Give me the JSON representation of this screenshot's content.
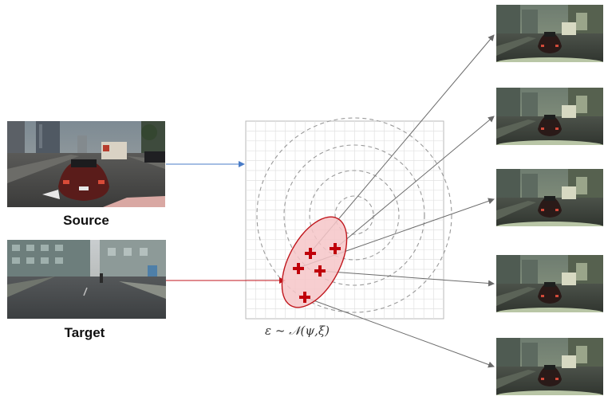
{
  "labels": {
    "source": "Source",
    "target": "Target",
    "distribution": "ε ~ 𝒩(ψ,ξ)"
  },
  "colors": {
    "source_arrow": "#4a7cc7",
    "target_arrow": "#c0161c",
    "ellipse_fill": "#f6c5c8",
    "ellipse_stroke": "#c0161c",
    "cross": "#c0000a",
    "grid": "#dcdcdc",
    "circle": "#9a9a9a",
    "output_arrow": "#6b6b6b"
  },
  "images": {
    "source": "gta-street-scene-red-sports-car",
    "target": "real-city-street-scene",
    "outputs": [
      "stylized-car-1",
      "stylized-car-2",
      "stylized-car-3",
      "stylized-car-4",
      "stylized-car-5"
    ]
  },
  "samples": 5
}
